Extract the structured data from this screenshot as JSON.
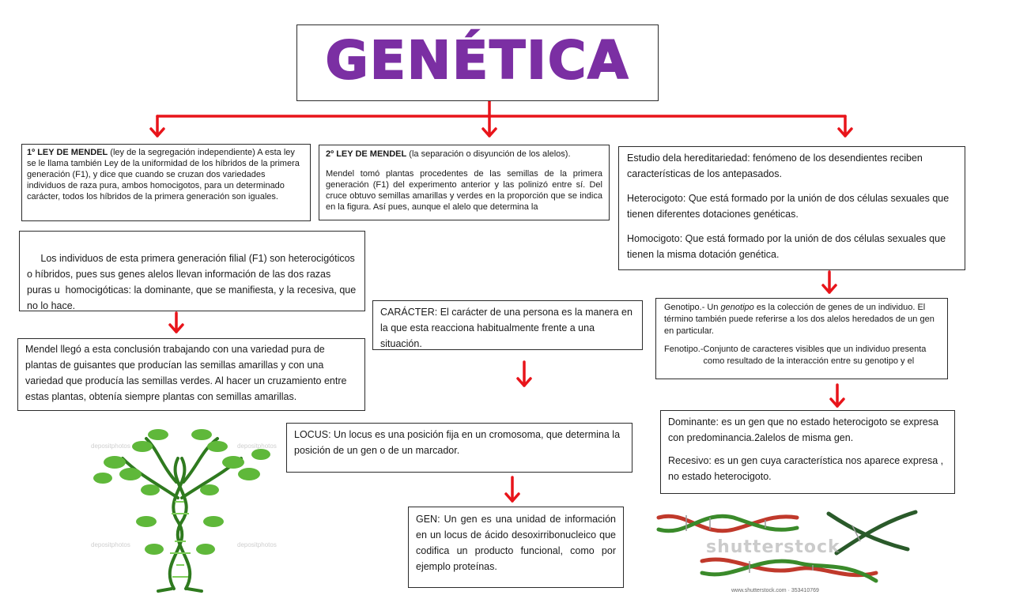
{
  "title": "GENÉTICA",
  "box1": {
    "heading": "1º LEY DE MENDEL",
    "subtitle": " (ley de la segregación independiente)  A esta ley se le llama también Ley de la uniformidad de los híbridos de la primera generación (F1), y dice que cuando se cruzan dos variedades individuos de raza pura, ambos homocigotos,  para un determinado carácter, todos los híbridos de la primera generación son iguales."
  },
  "box2": {
    "heading": "2º LEY DE MENDEL",
    "subtitle": " (la separación o disyunción de los alelos).",
    "body": "Mendel tomó plantas procedentes de las semillas de la primera generación (F1) del experimento anterior y las polinizó entre sí. Del cruce obtuvo semillas amarillas y verdes en la proporción que se indica en la figura. Así pues, aunque el alelo que determina la"
  },
  "box3": {
    "p1": "Estudio dela hereditariedad: fenómeno de los desendientes  reciben características de los antepasados.",
    "p2": "Heterocigoto: Que está formado por la unión de dos células sexuales que tienen diferentes dotaciones genéticas.",
    "p3": "Homocigoto: Que está formado por la unión de dos células sexuales que tienen la misma dotación genética."
  },
  "box4": {
    "text": "   Los individuos de esta primera generación filial (F1) son heterocigóticos o híbridos, pues sus genes alelos llevan información de las dos razas puras u  homocigóticas: la dominante, que se manifiesta, y la recesiva, que no lo hace."
  },
  "box5": {
    "text": "Mendel llegó a esta conclusión trabajando con una variedad pura de plantas de guisantes que producían las semillas amarillas y con una variedad que producía las semillas verdes. Al hacer un cruzamiento entre estas plantas, obtenía siempre plantas con semillas amarillas."
  },
  "box6": {
    "text": "CARÁCTER: El carácter de una persona es la manera en la que esta reacciona habitualmente frente a una situación."
  },
  "box7": {
    "geno_label": "Genotipo.- Un ",
    "geno_term": "genotipo",
    "geno_rest": " es la colección de genes de un individuo. El término también puede referirse a los dos alelos heredados de un gen en particular.",
    "feno_label": "Fenotipo.- ",
    "feno_text": "Conjunto de caracteres visibles que un individuo presenta como resultado de la interacción entre su genotipo y el"
  },
  "box8": {
    "p1": "Dominante: es un gen que no estado heterocigoto se expresa con predominancia.2alelos de misma gen.",
    "p2": "Recesivo: es un gen cuya característica  nos aparece expresa , no estado heterocigoto."
  },
  "box9": {
    "text": "LOCUS: Un locus  es una posición fija en un cromosoma, que determina la posición de un gen o de un marcador."
  },
  "box10": {
    "text": "GEN: Un gen es una unidad de información en un locus de ácido desoxirribonucleico que codifica un producto funcional, como por ejemplo proteínas."
  },
  "images": {
    "watermark": "depositphotos",
    "stock_logo": "shutterstock",
    "stock_url": "www.shutterstock.com · 353410769"
  },
  "colors": {
    "title": "#7b2fa3",
    "arrow": "#e8141a",
    "border": "#2b2b2b",
    "leaf": "#5fb83a"
  }
}
